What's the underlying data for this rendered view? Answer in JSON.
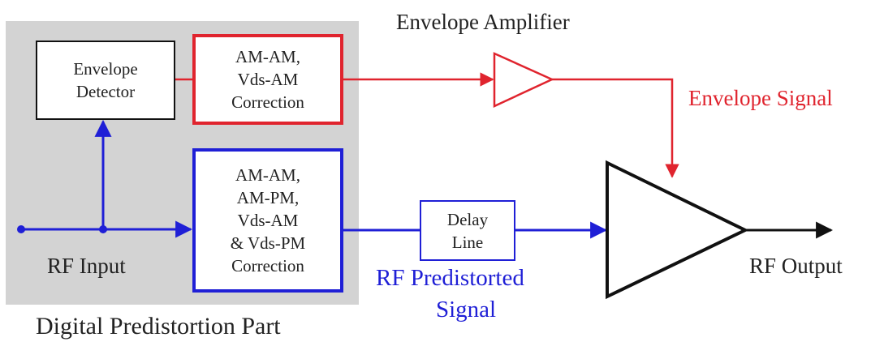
{
  "diagram": {
    "region_label": "Digital Predistortion Part",
    "envelope_detector": [
      "Envelope",
      "Detector"
    ],
    "envelope_correction": [
      "AM-AM,",
      "Vds-AM",
      "Correction"
    ],
    "rf_correction": [
      "AM-AM,",
      "AM-PM,",
      "Vds-AM",
      "& Vds-PM",
      "Correction"
    ],
    "delay_line": [
      "Delay",
      "Line"
    ],
    "envelope_amplifier_label": "Envelope Amplifier",
    "envelope_signal_label": "Envelope Signal",
    "rf_input_label": "RF Input",
    "rf_predistorted_label": [
      "RF Predistorted",
      "Signal"
    ],
    "rf_output_label": "RF Output"
  },
  "colors": {
    "envelope_path": "#e0242e",
    "rf_path": "#1f1fd6",
    "region_fill": "#d3d3d3",
    "outline": "#111111"
  }
}
